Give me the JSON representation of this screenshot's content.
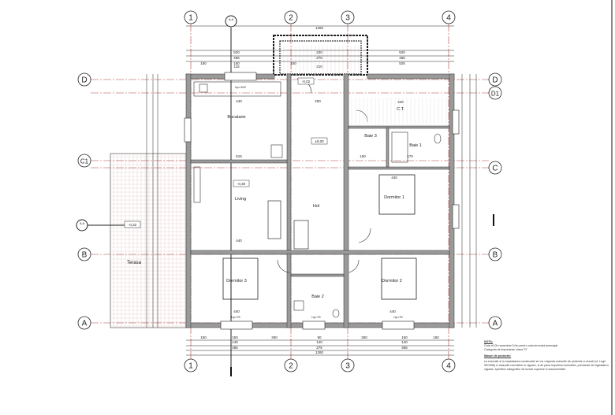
{
  "grid": {
    "columns": [
      "1",
      "2",
      "3",
      "4"
    ],
    "rows": [
      "D",
      "D1",
      "C1",
      "C",
      "B",
      "A"
    ]
  },
  "section_marker": {
    "label": "A-A"
  },
  "rooms": [
    {
      "name": "Bucatarie"
    },
    {
      "name": "Living"
    },
    {
      "name": "Hol"
    },
    {
      "name": "C.T."
    },
    {
      "name": "Baie 3"
    },
    {
      "name": "Baie 1"
    },
    {
      "name": "Dormitor 1"
    },
    {
      "name": "Dormitor 3"
    },
    {
      "name": "Baie 2"
    },
    {
      "name": "Dormitor 2"
    },
    {
      "name": "Terasa"
    }
  ],
  "levels": [
    "±0,00",
    "-0,30",
    "-0,32",
    "-0,02"
  ],
  "dimensions": {
    "top": [
      "1260",
      "520",
      "220",
      "520",
      "465",
      "275",
      "465",
      "150",
      "150",
      "115",
      "150",
      "210",
      "525"
    ],
    "bottom": [
      "150",
      "150",
      "250",
      "90",
      "250",
      "150",
      "150",
      "140",
      "140",
      "140",
      "465",
      "275",
      "465",
      "1260"
    ],
    "interior": [
      "440",
      "440",
      "515",
      "440",
      "440",
      "440",
      "440",
      "250",
      "160",
      "170"
    ],
    "window_marks": [
      "hp=100",
      "hp=75",
      "hp=75",
      "hp=75"
    ]
  },
  "notes": {
    "title": "NOTA:",
    "line1": "Cota ±0,00 reprezinta 0,0m pentru cota terenului amenajat",
    "line2": "Categoria de importanta: clasa \"D\"",
    "subtitle": "Masuri de protectie:",
    "paragraph": "La executie si in exploatarea constructiei se vor respecta masurile de protectie a muncii (cf. Legii 90/1996) si masurile normative in vigoare, si de paza impotriva incendiilor, prevazute de legislatia in vigoare, specifice categoriilor de lucrari cuprinse in documentatie."
  }
}
